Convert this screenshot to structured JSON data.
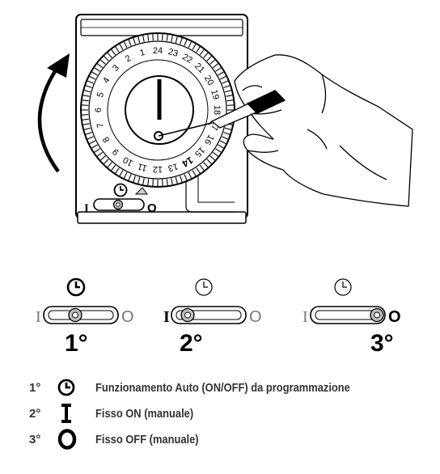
{
  "dial": {
    "hours_left": [
      "12",
      "11",
      "10",
      "9",
      "8",
      "7",
      "6",
      "5",
      "4",
      "3",
      "2",
      "1"
    ],
    "hours_bottom": [
      "13",
      "14",
      "15",
      "16",
      "17",
      "18",
      "19",
      "20",
      "21",
      "22",
      "23",
      "24"
    ]
  },
  "panel": {
    "on_symbol": "I",
    "off_symbol": "O"
  },
  "positions": [
    {
      "label": "1°",
      "on_symbol": "I",
      "off_symbol": "O"
    },
    {
      "label": "2°",
      "on_symbol": "I",
      "off_symbol": "O"
    },
    {
      "label": "3°",
      "on_symbol": "I",
      "off_symbol": "O"
    }
  ],
  "legend": [
    {
      "num": "1°",
      "icon": "clock-icon",
      "text": "Funzionamento Auto (ON/OFF) da programmazione"
    },
    {
      "num": "2°",
      "icon": "on-bar-icon",
      "text": "Fisso ON (manuale)"
    },
    {
      "num": "3°",
      "icon": "off-ring-icon",
      "text": "Fisso OFF (manuale)"
    }
  ]
}
